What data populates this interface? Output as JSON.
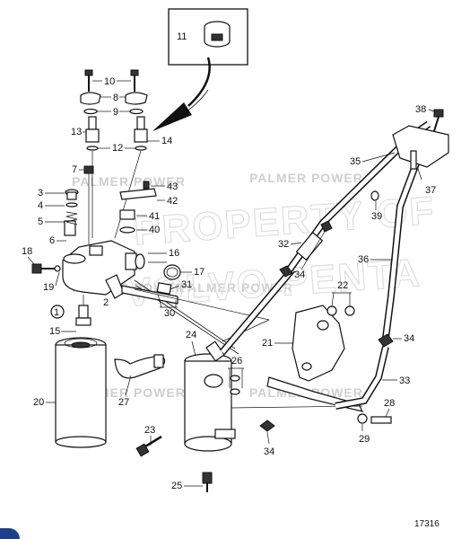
{
  "watermarks": {
    "brand_1": "PALMER POWER",
    "brand_2": "PALMER POWER",
    "brand_3": "PALMER POWER",
    "brand_4": "PALMER POWER",
    "brand_5": "PALMER POWER",
    "brand_6": "PALMER POWER",
    "big_line_1": "PROPERTY OF",
    "big_line_2": "VOLVO PENTA"
  },
  "figure_number": "17316",
  "inset_label": "11",
  "callouts": {
    "c1": "1",
    "c2": "2",
    "c3": "3",
    "c4": "4",
    "c5": "5",
    "c6": "6",
    "c7": "7",
    "c8": "8",
    "c9": "9",
    "c10": "10",
    "c12": "12",
    "c13": "13",
    "c14": "14",
    "c15": "15",
    "c16": "16",
    "c17": "17",
    "c18": "18",
    "c19": "19",
    "c20": "20",
    "c21": "21",
    "c22": "22",
    "c23": "23",
    "c24": "24",
    "c25": "25",
    "c26": "26",
    "c27": "27",
    "c28": "28",
    "c29": "29",
    "c30": "30",
    "c31": "31",
    "c32": "32",
    "c33": "33",
    "c34a": "34",
    "c34b": "34",
    "c34c": "34",
    "c35": "35",
    "c36": "36",
    "c37": "37",
    "c38": "38",
    "c39": "39",
    "c40": "40",
    "c41": "41",
    "c42": "42",
    "c43": "43"
  }
}
